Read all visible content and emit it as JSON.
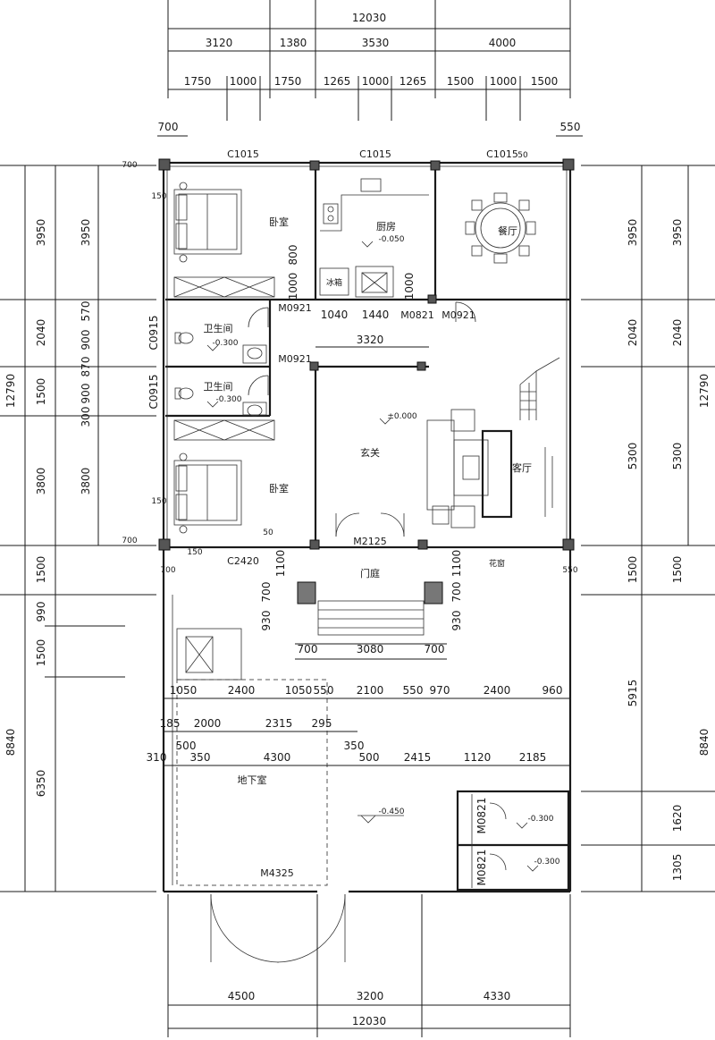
{
  "dims": {
    "top_total": "12030",
    "top_row1": [
      "3120",
      "1380",
      "3530",
      "4000"
    ],
    "top_row2": [
      "1750",
      "1000",
      "1750",
      "1265",
      "1000",
      "1265",
      "1500",
      "1000",
      "1500"
    ],
    "top_small": [
      "700",
      "550"
    ],
    "bottom_total": "12030",
    "bottom_row": [
      "4500",
      "3200",
      "4330"
    ],
    "left_outer": [
      "3950",
      "2040",
      "1500",
      "3800",
      "1500",
      "990",
      "1500",
      "6350"
    ],
    "left_inner": [
      "3950",
      "570",
      "900",
      "870",
      "900",
      "300",
      "3800"
    ],
    "left_total_upper": "12790",
    "left_total_lower": "8840",
    "right_outer": [
      "3950",
      "2040",
      "5300",
      "1500",
      "5915",
      "1620",
      "1305"
    ],
    "right_inner": [
      "3950",
      "2040",
      "5300",
      "1500"
    ],
    "right_total_upper": "12790",
    "right_total_lower": "8840",
    "mid_row": [
      "1050",
      "2400",
      "1050",
      "550",
      "2100",
      "550",
      "970",
      "2400",
      "960"
    ],
    "base_row_a": [
      "185",
      "2000",
      "2315",
      "295"
    ],
    "base_row_b": [
      "310",
      "500",
      "350",
      "4300",
      "350",
      "500",
      "2415",
      "1120",
      "2185"
    ],
    "entry_row": [
      "700",
      "3080",
      "700"
    ],
    "kitchen_row": [
      "1040",
      "1440"
    ],
    "hall_width": "3320",
    "misc": [
      "150",
      "150",
      "800",
      "1000",
      "1000",
      "700",
      "700",
      "1100",
      "1100",
      "700",
      "700",
      "930",
      "930",
      "50",
      "50",
      "150",
      "550",
      "700"
    ]
  },
  "rooms": {
    "bedroom": "卧室",
    "kitchen": "厨房",
    "dining": "餐厅",
    "bathroom": "卫生间",
    "foyer": "玄关",
    "living": "客厅",
    "porch": "门庭",
    "basement": "地下室",
    "fridge": "冰箱",
    "flower": "花窗"
  },
  "levels": {
    "kitchen": "-0.050",
    "bath": "-0.300",
    "foyer": "±0.000",
    "basement": "-0.450",
    "basement_bath": "-0.300"
  },
  "codes": {
    "win_top": [
      "C1015",
      "C1015",
      "C1015"
    ],
    "win_c0915": "C0915",
    "win_c2420": "C2420",
    "door_m0921": "M0921",
    "door_m0821": "M0821",
    "door_m2125": "M2125",
    "door_m4325": "M4325"
  }
}
